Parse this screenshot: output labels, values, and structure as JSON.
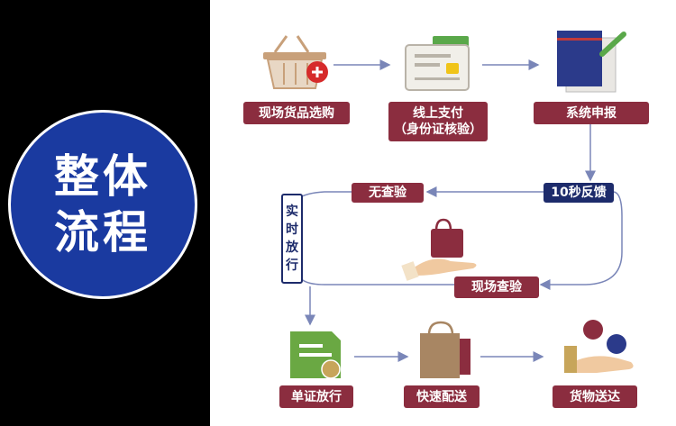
{
  "left": {
    "title_line1": "整体",
    "title_line2": "流程"
  },
  "steps": {
    "shop": "现场货品选购",
    "pay_line1": "线上支付",
    "pay_line2": "（身份证核验）",
    "declare": "系统申报",
    "feedback": "10秒反馈",
    "no_check": "无查验",
    "onsite_check": "现场查验",
    "release_chars": [
      "实",
      "时",
      "放",
      "行"
    ],
    "doc_release": "单证放行",
    "fast_delivery": "快速配送",
    "goods_delivered": "货物送达"
  },
  "colors": {
    "maroon": "#8b2d3f",
    "navy": "#1d2b6b",
    "circle_blue": "#1a3aa0",
    "arrow_gray": "#7a86b8"
  }
}
